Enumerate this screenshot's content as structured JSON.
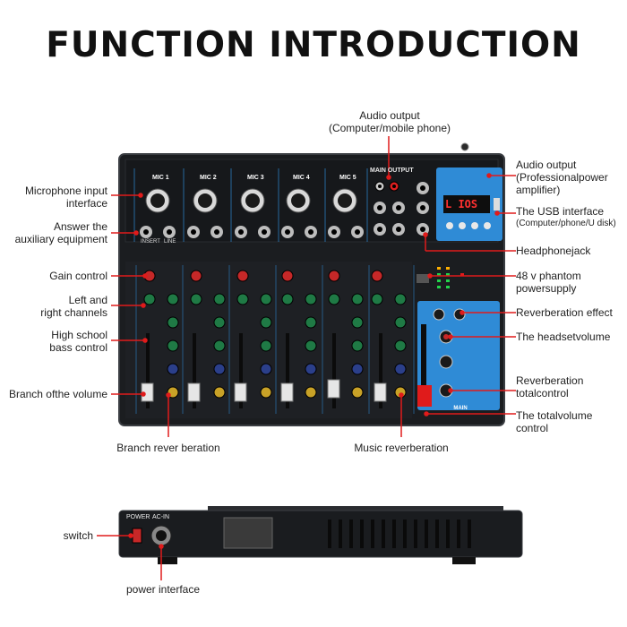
{
  "title": "FUNCTION INTRODUCTION",
  "colors": {
    "accent_blue": "#2f8bd6",
    "callout_red": "#e01b1b",
    "panel": "#1b1d20"
  },
  "panel": {
    "main_output": "MAIN OUTPUT",
    "mp3_display": "L IOS",
    "main_label": "MAIN",
    "channels": [
      {
        "mic": "MIC",
        "num": "1"
      },
      {
        "mic": "MIC",
        "num": "2"
      },
      {
        "mic": "MIC",
        "num": "3"
      },
      {
        "mic": "MIC",
        "num": "4"
      },
      {
        "mic": "MIC",
        "num": "5"
      }
    ],
    "jack_insert": "INSERT",
    "jack_line": "LINE",
    "rear_power": "POWER",
    "rear_ac": "AC-IN"
  },
  "callouts": {
    "audio_output_top": [
      "Audio output",
      "(Computer/mobile phone)"
    ],
    "microphone_input": [
      "Microphone input",
      "interface"
    ],
    "auxiliary": [
      "Answer the",
      "auxiliary equipment"
    ],
    "gain": [
      "Gain control"
    ],
    "left_right": [
      "Left and",
      "right channels"
    ],
    "high_school_bass": [
      "High school",
      "bass control"
    ],
    "branch_volume": [
      "Branch ofthe volume"
    ],
    "audio_output_right": [
      "Audio output",
      "(Professionalpower",
      "amplifier)"
    ],
    "usb_interface": [
      "The USB interface",
      "(Computer/phone/U disk)"
    ],
    "headphone_jack": [
      "Headphonejack"
    ],
    "phantom": [
      "48 v phantom",
      "powersupply"
    ],
    "reverb_effect": [
      "Reverberation effect"
    ],
    "headset_volume": [
      "The headsetvolume"
    ],
    "reverb_total": [
      "Reverberation",
      "totalcontrol"
    ],
    "total_volume": [
      "The totalvolume",
      "control"
    ],
    "branch_reverb": [
      "Branch rever beration"
    ],
    "music_reverb": [
      "Music reverberation"
    ],
    "switch": [
      "switch"
    ],
    "power_interface": [
      "power interface"
    ]
  }
}
